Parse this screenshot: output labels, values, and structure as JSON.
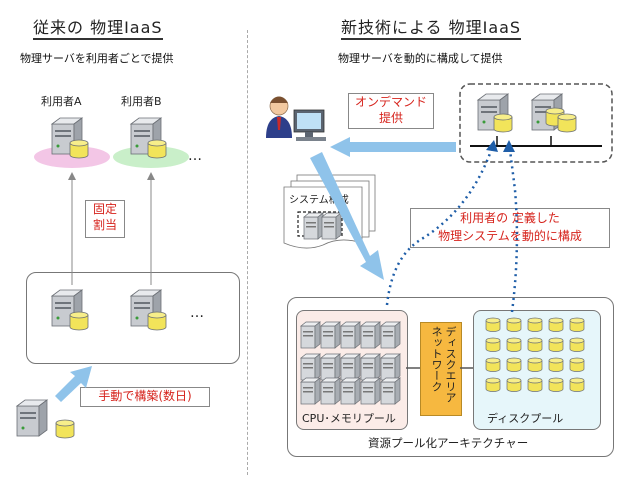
{
  "left": {
    "title": "従来の 物理IaaS",
    "subtitle": "物理サーバを利用者ごとで提供",
    "user_a": "利用者A",
    "user_b": "利用者B",
    "ellipsis": "…",
    "fixed_label": "固定\n割当",
    "manual_label": "手動で構築(数日)"
  },
  "right": {
    "title": "新技術による 物理IaaS",
    "subtitle": "物理サーバを動的に構成して提供",
    "on_demand_label": "オンデマンド\n提供",
    "sysconfig_label": "システム構成",
    "defined_label": "利用者の 定義した\n物理システムを動的に構成",
    "network_label": "ディスクエリア\nネットワーク",
    "cpu_pool_label": "CPU･メモリプール",
    "disk_pool_label": "ディスクプール",
    "arch_label": "資源プール化アーキテクチャー"
  },
  "colors": {
    "red": "#d6231c",
    "arrow_blue": "#8fc3ea",
    "dotted_blue": "#1f5ea8",
    "disk_yellow": "#f2e45a",
    "server_gray": "#c8cbd0",
    "pink": "#f3c6e6",
    "green": "#c9efc9",
    "network_orange": "#f6b840",
    "disk_pool_bg": "#e6f6fa",
    "cpu_pool_bg": "#fbece8"
  }
}
